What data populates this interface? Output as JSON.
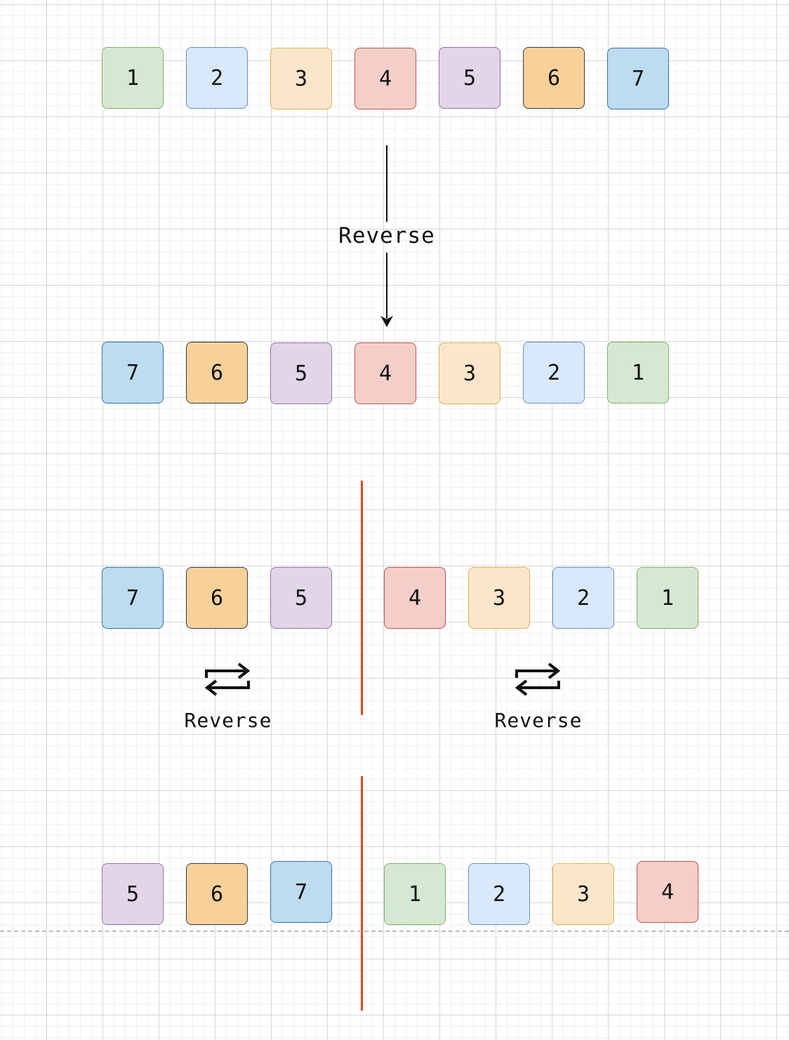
{
  "colors": {
    "1": {
      "fill": "#d5e8d4",
      "stroke": "#82b366"
    },
    "2": {
      "fill": "#dae8fc",
      "stroke": "#6c8ebf"
    },
    "3": {
      "fill": "#fce6cb",
      "stroke": "#d6b656"
    },
    "4": {
      "fill": "#f4cfca",
      "stroke": "#b85450"
    },
    "5": {
      "fill": "#e1d5e7",
      "stroke": "#9673a6"
    },
    "6": {
      "fill": "#f8d19a",
      "stroke": "#36393d"
    },
    "7": {
      "fill": "#bcdcf0",
      "stroke": "#3a6fa0"
    },
    "separator": "#d9461e"
  },
  "rows": [
    {
      "values": [
        "1",
        "2",
        "3",
        "4",
        "5",
        "6",
        "7"
      ]
    },
    {
      "values": [
        "7",
        "6",
        "5",
        "4",
        "3",
        "2",
        "1"
      ]
    },
    {
      "values": [
        "7",
        "6",
        "5",
        "4",
        "3",
        "2",
        "1"
      ]
    },
    {
      "values": [
        "5",
        "6",
        "7",
        "1",
        "2",
        "3",
        "4"
      ]
    }
  ],
  "labels": {
    "main_reverse": "Reverse",
    "left_reverse": "Reverse",
    "right_reverse": "Reverse"
  },
  "icons": {
    "swap": "swap-arrows-icon",
    "arrow": "arrow-down-icon"
  }
}
